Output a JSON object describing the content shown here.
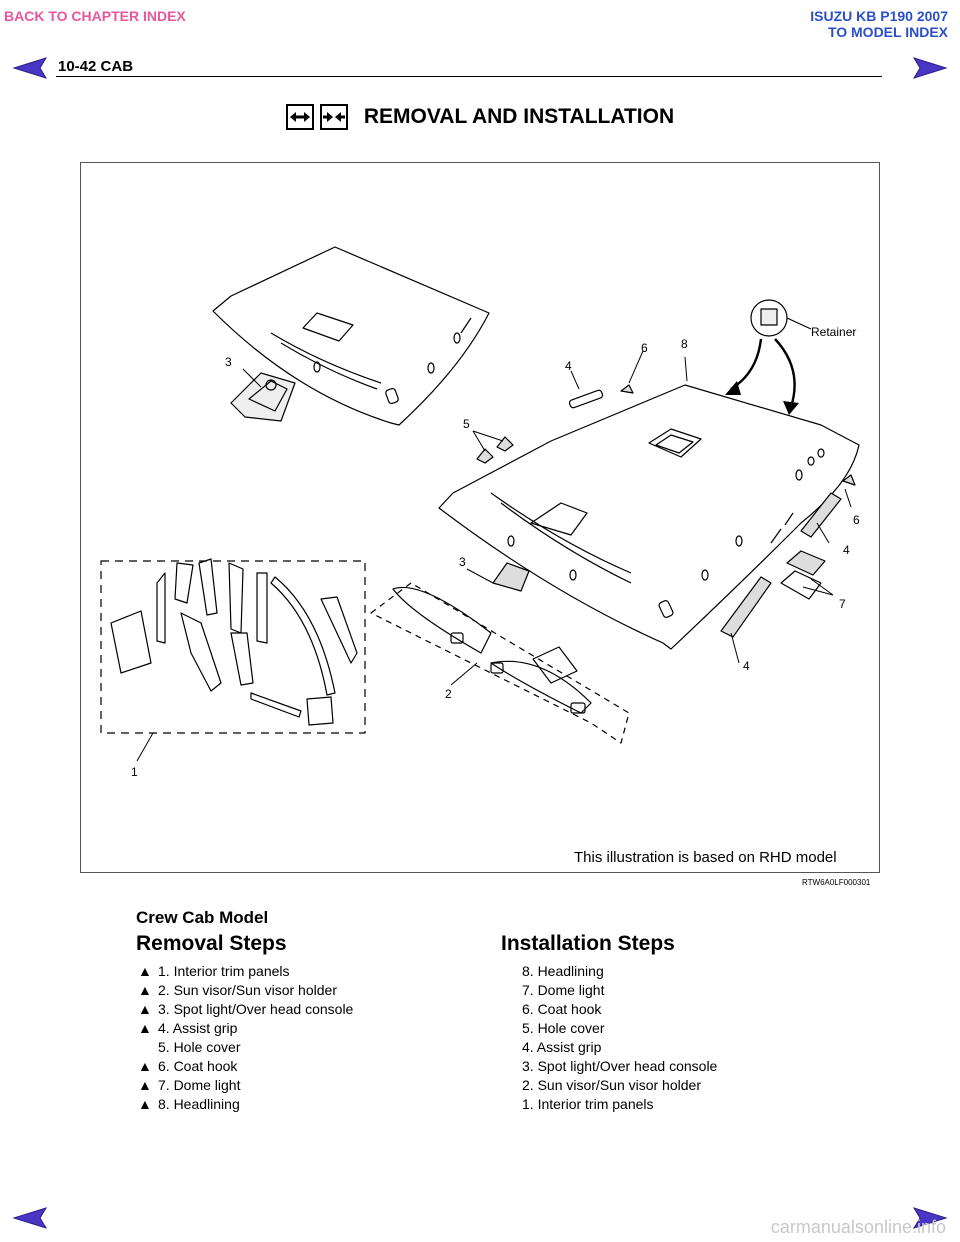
{
  "nav": {
    "back_chapter": "BACK TO CHAPTER INDEX",
    "model_line1": "ISUZU KB P190 2007",
    "model_line2": "TO MODEL INDEX"
  },
  "header": {
    "label": "10-42  CAB"
  },
  "page": {
    "title": "REMOVAL AND INSTALLATION"
  },
  "figure": {
    "callouts": [
      "3",
      "4",
      "6",
      "8",
      "Retainer",
      "5",
      "3",
      "6",
      "4",
      "7",
      "4",
      "2",
      "1"
    ],
    "note": "This illustration is based on RHD model",
    "code": "RTW6A0LF000301"
  },
  "steps": {
    "model": "Crew Cab Model",
    "removal_heading": "Removal Steps",
    "installation_heading": "Installation Steps",
    "removal": [
      {
        "mark": "▲",
        "text": "1. Interior trim panels"
      },
      {
        "mark": "▲",
        "text": "2. Sun visor/Sun visor holder"
      },
      {
        "mark": "▲",
        "text": "3. Spot light/Over head console"
      },
      {
        "mark": "▲",
        "text": "4. Assist grip"
      },
      {
        "mark": "",
        "text": "5. Hole cover"
      },
      {
        "mark": "▲",
        "text": "6. Coat hook"
      },
      {
        "mark": "▲",
        "text": "7. Dome light"
      },
      {
        "mark": "▲",
        "text": "8. Headlining"
      }
    ],
    "installation": [
      "8. Headlining",
      "7. Dome light",
      "6. Coat hook",
      "5. Hole cover",
      "4. Assist grip",
      "3. Spot light/Over head console",
      "2. Sun visor/Sun visor holder",
      "1. Interior trim panels"
    ]
  },
  "footer": {
    "watermark": "carmanualsonline.info"
  },
  "colors": {
    "pink": "#e8579a",
    "blue": "#2b4ec9",
    "arrow_fill": "#4a36c4"
  }
}
